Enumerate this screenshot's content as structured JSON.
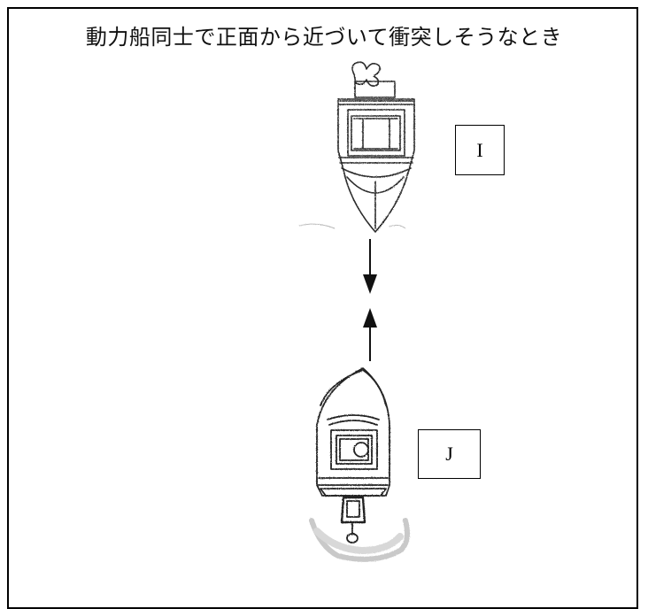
{
  "figure": {
    "title": "動力船同士で正面から近づいて衝突しそうなとき",
    "boats": [
      {
        "id": "I",
        "label": "I",
        "heading": "down"
      },
      {
        "id": "J",
        "label": "J",
        "heading": "up"
      }
    ],
    "arrows": [
      {
        "id": "arrow-i",
        "direction": "down"
      },
      {
        "id": "arrow-j",
        "direction": "up"
      }
    ],
    "colors": {
      "ink": "#222222",
      "frame": "#000000"
    }
  }
}
